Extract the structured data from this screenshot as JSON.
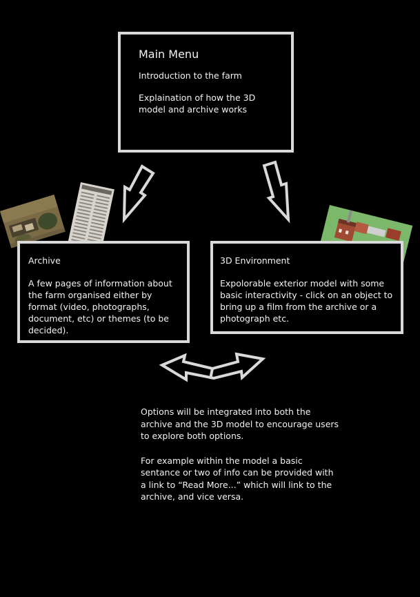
{
  "main_menu": {
    "title": "Main Menu",
    "intro": "Introduction to the farm",
    "explanation": "Explaination of how the 3D model and archive works"
  },
  "archive": {
    "title": "Archive",
    "description": "A few pages of information about the farm organised either by format (video, photographs, document, etc) or themes (to be decided)."
  },
  "environment": {
    "title": "3D Environment",
    "description": "Expolorable exterior model with some basic interactivity - click on an object to bring up a film from the archive or a photograph etc."
  },
  "notes": {
    "paragraph1": "Options will be integrated into both the archive and the 3D model to encourage users to explore both options.",
    "paragraph2": "For example within the model a basic sentance or two of info can be provided with a link to “Read More...” which will link to the archive, and vice versa."
  },
  "colors": {
    "background": "#000000",
    "border": "#d9d9d9",
    "text": "#f2f2f2"
  }
}
